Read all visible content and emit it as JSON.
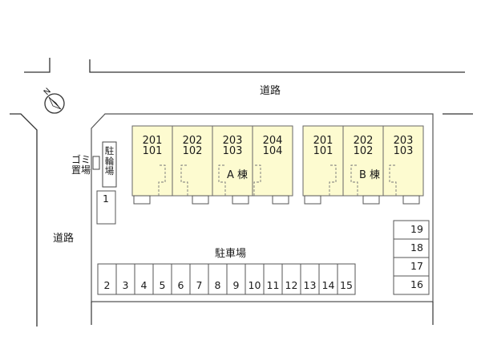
{
  "roads": {
    "top": "道路",
    "left": "道路"
  },
  "lot": {
    "parking_label": "駐車場",
    "garbage_label": "ゴミ\n置場",
    "bicycle_label": "駐\n輪\n場",
    "compass_letter": "N"
  },
  "buildings": [
    {
      "label": "A 棟",
      "units": [
        {
          "upper": "201",
          "lower": "101"
        },
        {
          "upper": "202",
          "lower": "102"
        },
        {
          "upper": "203",
          "lower": "103"
        },
        {
          "upper": "204",
          "lower": "104"
        }
      ]
    },
    {
      "label": "B 棟",
      "units": [
        {
          "upper": "201",
          "lower": "101"
        },
        {
          "upper": "202",
          "lower": "102"
        },
        {
          "upper": "203",
          "lower": "103"
        }
      ]
    }
  ],
  "parking": {
    "left_space": "1",
    "bottom_row": [
      "2",
      "3",
      "4",
      "5",
      "6",
      "7",
      "8",
      "9",
      "10",
      "11",
      "12",
      "13",
      "14",
      "15"
    ],
    "right_column": [
      "19",
      "18",
      "17",
      "16"
    ]
  },
  "colors": {
    "building": "#fdfbd0",
    "line": "#555555",
    "road": "#333333"
  }
}
